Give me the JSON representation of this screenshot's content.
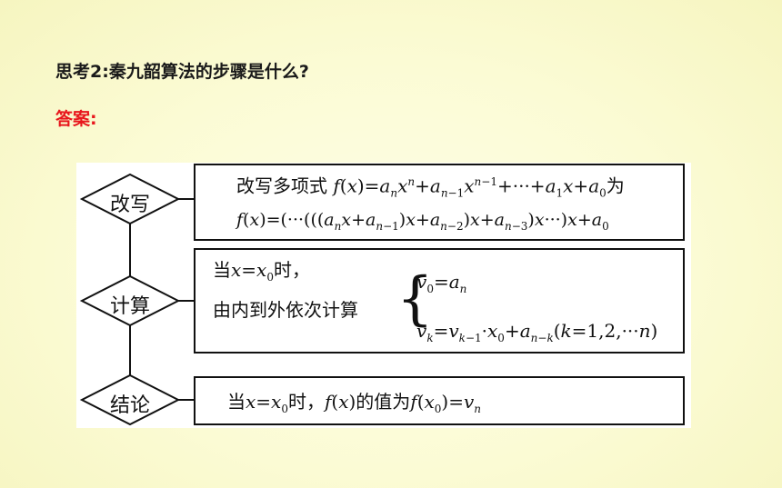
{
  "question": {
    "label": "思考2",
    "separator": ":",
    "text": "秦九韶算法的步骤是什么?"
  },
  "answer": {
    "label": "答案",
    "separator": ":"
  },
  "flow": {
    "steps": [
      {
        "label": "改写",
        "line1_prefix": "改写多项式",
        "line1_suffix": "为"
      },
      {
        "label": "计算",
        "line1_prefix": "当",
        "line1_suffix": "时，",
        "line2_prefix": "由内到外依次计算"
      },
      {
        "label": "结论",
        "line1_prefix": "当",
        "line1_mid": "时，",
        "line1_mid2": "的值为"
      }
    ]
  }
}
